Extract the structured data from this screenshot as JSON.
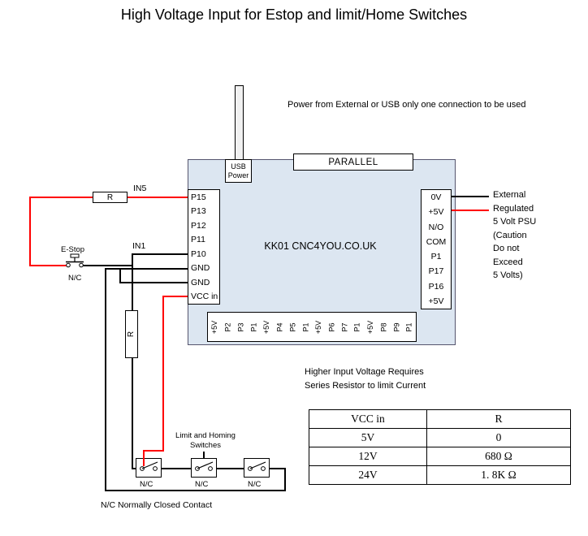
{
  "title": "High Voltage Input for Estop and limit/Home Switches",
  "notes": {
    "power_note": "Power from External or USB only one connection to be used",
    "higher_voltage_line1": "Higher Input Voltage Requires",
    "higher_voltage_line2": "Series Resistor to limit Current",
    "nc_note": "N/C Normally Closed Contact"
  },
  "board": {
    "name": "KK01 CNC4YOU.CO.UK",
    "usb_power": {
      "line1": "USB",
      "line2": "Power"
    },
    "parallel_label": "PARALLEL",
    "left_pins": [
      "P15",
      "P13",
      "P12",
      "P11",
      "P10",
      "GND",
      "GND",
      "VCC in"
    ],
    "right_pins": [
      "0V",
      "+5V",
      "N/O",
      "COM",
      "P1",
      "P17",
      "P16",
      "+5V"
    ],
    "bottom_pins": [
      "+5V",
      "P2",
      "P3",
      "P1",
      "+5V",
      "P4",
      "P5",
      "P1",
      "+5V",
      "P6",
      "P7",
      "P1",
      "+5V",
      "P8",
      "P9",
      "P1"
    ]
  },
  "labels": {
    "in5": "IN5",
    "in1": "IN1",
    "r_horizontal": "R",
    "r_vertical": "R",
    "estop": "E-Stop",
    "estop_nc": "N/C",
    "limit_switches_line1": "Limit and Homing",
    "limit_switches_line2": "Switches",
    "switch_nc": [
      "N/C",
      "N/C",
      "N/C"
    ]
  },
  "psu_note": {
    "lines": [
      "External",
      "Regulated",
      "5 Volt PSU",
      "(Caution",
      "Do not",
      "Exceed",
      "5 Volts)"
    ]
  },
  "table": {
    "header": [
      "VCC in",
      "R"
    ],
    "rows": [
      [
        "5V",
        "0"
      ],
      [
        "12V",
        "680 Ω"
      ],
      [
        "24V",
        "1. 8K Ω"
      ]
    ]
  },
  "colors": {
    "wire_red": "#ff0000",
    "wire_black": "#000000",
    "board_fill": "#dce6f1"
  }
}
